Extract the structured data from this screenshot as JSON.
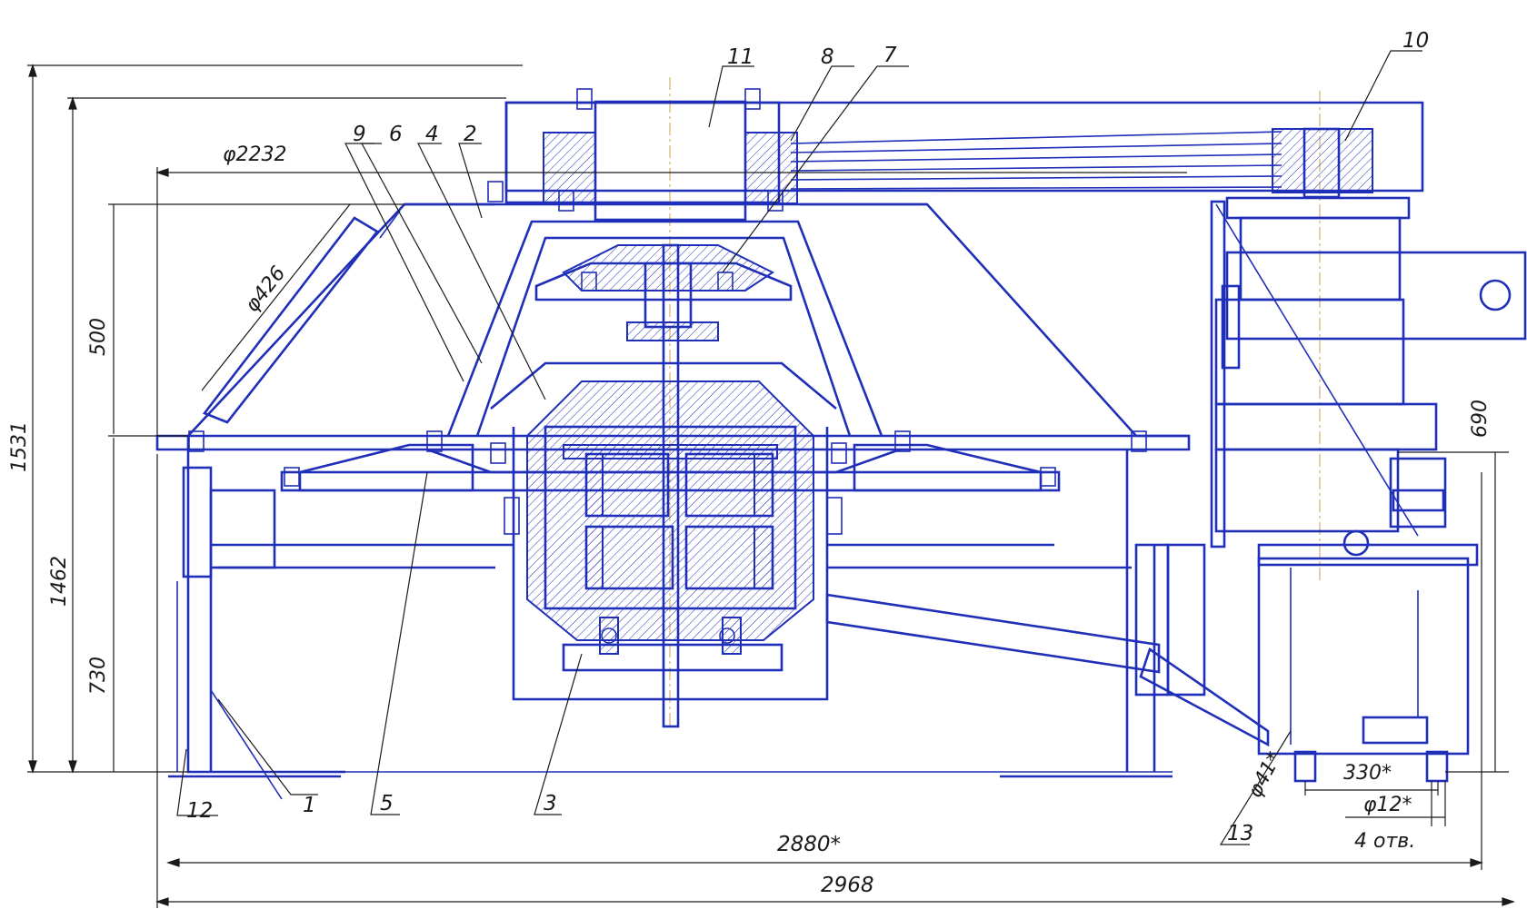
{
  "parts": [
    "1",
    "2",
    "3",
    "4",
    "5",
    "6",
    "7",
    "8",
    "9",
    "10",
    "11",
    "12",
    "13"
  ],
  "dimensions": {
    "d_2232": "φ2232",
    "d_426": "φ426",
    "h_1531": "1531",
    "h_1462": "1462",
    "h_500": "500",
    "h_730": "730",
    "h_690": "690",
    "w_2880": "2880*",
    "w_2968": "2968",
    "w_330": "330*",
    "d_41": "φ41*",
    "d_12": "φ12*",
    "holes": "4 отв."
  }
}
